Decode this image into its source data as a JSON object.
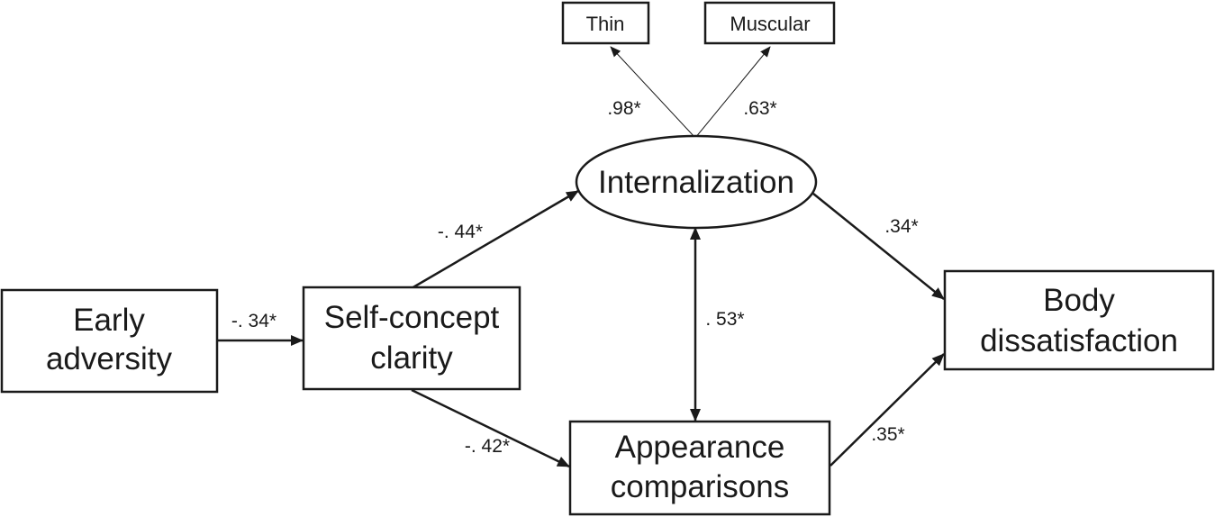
{
  "nodes": {
    "thin": {
      "label": "Thin"
    },
    "muscular": {
      "label": "Muscular"
    },
    "internalization": {
      "label": "Internalization"
    },
    "early_adversity": {
      "lines": [
        "Early",
        "adversity"
      ]
    },
    "self_concept_clarity": {
      "lines": [
        "Self-concept",
        "clarity"
      ]
    },
    "appearance_comparisons": {
      "lines": [
        "Appearance",
        "comparisons"
      ]
    },
    "body_dissatisfaction": {
      "lines": [
        "Body",
        "dissatisfaction"
      ]
    }
  },
  "paths": {
    "internalization_to_thin": ".98*",
    "internalization_to_muscular": ".63*",
    "early_adversity_to_self_concept": "-. 34*",
    "self_concept_to_internalization": "-. 44*",
    "self_concept_to_appearance": "-. 42*",
    "internalization_appearance_covariance": ". 53*",
    "internalization_to_body": ".34*",
    "appearance_to_body": ".35*"
  },
  "colors": {
    "ink": "#1a1a1a",
    "background": "#ffffff"
  }
}
